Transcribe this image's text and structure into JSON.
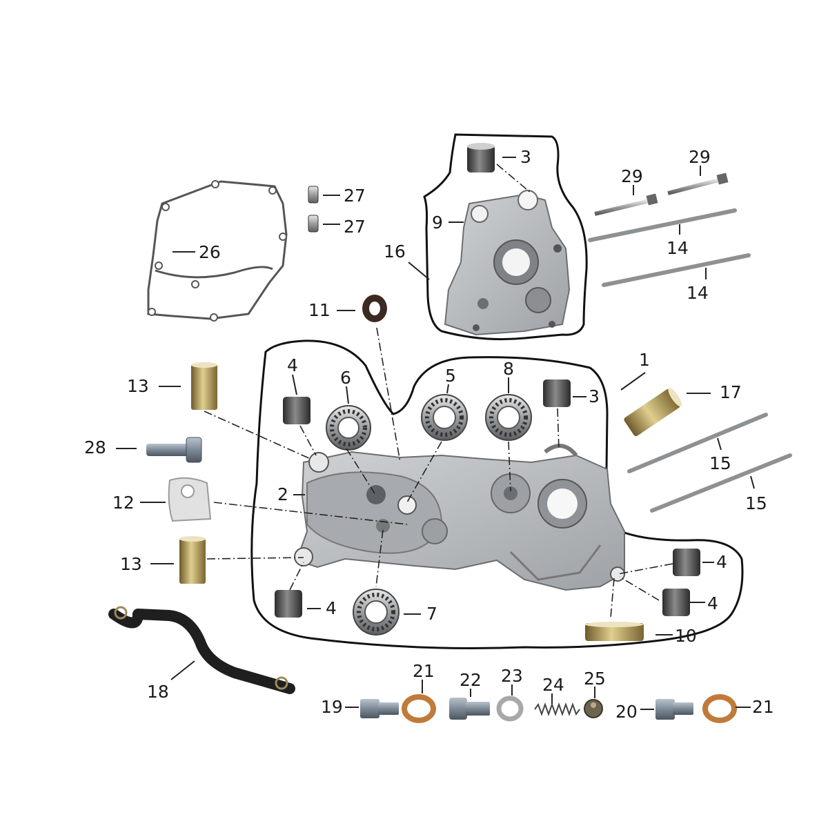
{
  "labels": {
    "p1": "1",
    "p2": "2",
    "p3a": "3",
    "p3b": "3",
    "p4a": "4",
    "p4b": "4",
    "p4c": "4",
    "p4d": "4",
    "p5": "5",
    "p6": "6",
    "p7": "7",
    "p8": "8",
    "p9": "9",
    "p10": "10",
    "p11": "11",
    "p12": "12",
    "p13a": "13",
    "p13b": "13",
    "p14a": "14",
    "p14b": "14",
    "p15a": "15",
    "p15b": "15",
    "p16": "16",
    "p17": "17",
    "p18": "18",
    "p19": "19",
    "p20": "20",
    "p21a": "21",
    "p21b": "21",
    "p22": "22",
    "p23": "23",
    "p24": "24",
    "p25": "25",
    "p26": "26",
    "p27a": "27",
    "p27b": "27",
    "p28": "28",
    "p29a": "29",
    "p29b": "29"
  }
}
